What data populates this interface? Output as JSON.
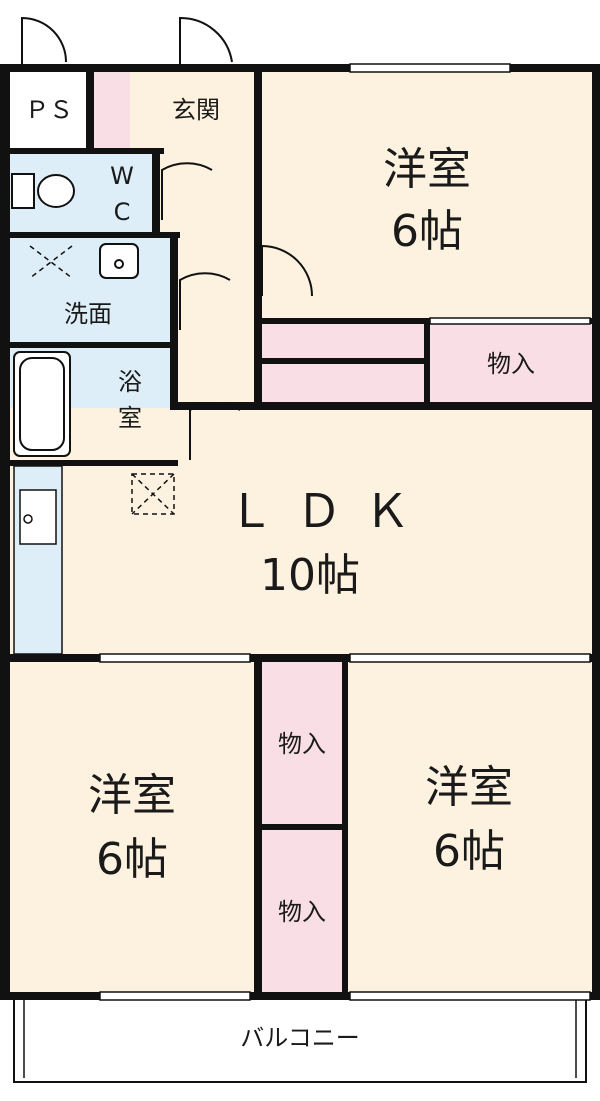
{
  "rooms": {
    "ps": "ＰＳ",
    "entrance": "玄関",
    "wc_top": "W",
    "wc_bottom": "C",
    "washroom": "洗面",
    "bath_top": "浴",
    "bath_bottom": "室",
    "bedroom_ne_name": "洋室",
    "bedroom_ne_size": "6帖",
    "closet_ne": "物入",
    "ldk_name": "ＬＤＫ",
    "ldk_size": "10帖",
    "bedroom_sw_name": "洋室",
    "bedroom_sw_size": "6帖",
    "closet_mid_upper": "物入",
    "closet_mid_lower": "物入",
    "bedroom_se_name": "洋室",
    "bedroom_se_size": "6帖",
    "balcony": "バルコニー"
  },
  "colors": {
    "room_fill": "#fdf2df",
    "wet_fill": "#ddeef8",
    "closet_fill": "#f9dfe5",
    "wall": "#111111"
  }
}
